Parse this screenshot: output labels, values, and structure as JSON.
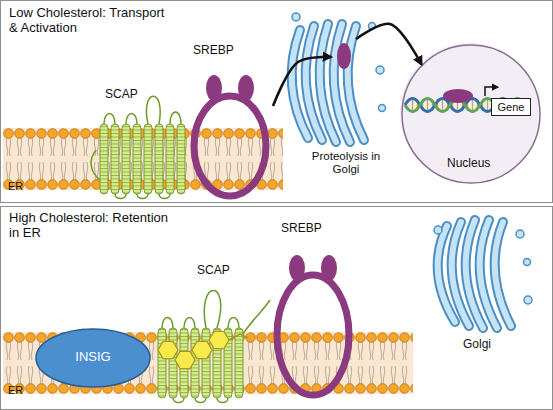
{
  "diagram": {
    "nodes": [
      {
        "text": [
          "Low Cholesterol: Transport & Activation"
        ]
      },
      {
        "text": [
          "SCAP"
        ],
        "in": 0
      },
      {
        "text": [
          "SREBP"
        ],
        "in": 0
      },
      {
        "text": [
          "ER"
        ],
        "in": 0
      },
      {
        "text": [
          "Proteolysis in Golgi"
        ],
        "in": 0
      },
      {
        "text": [
          "Nucleus"
        ],
        "in": 0
      },
      {
        "text": [
          "Gene"
        ],
        "in": 5
      },
      {
        "text": [
          "High Cholesterol: Retention in ER"
        ]
      },
      {
        "text": [
          "INSIG"
        ],
        "in": 7
      },
      {
        "text": [
          "SCAP"
        ],
        "in": 7
      },
      {
        "text": [
          "SREBP"
        ],
        "in": 7
      },
      {
        "text": [
          "ER"
        ],
        "in": 7
      },
      {
        "text": [
          "Golgi"
        ],
        "in": 7
      }
    ],
    "edges": [
      {
        "from": 2,
        "to": 4,
        "arrow": "to"
      },
      {
        "from": 4,
        "to": 5,
        "arrow": "to"
      }
    ]
  }
}
